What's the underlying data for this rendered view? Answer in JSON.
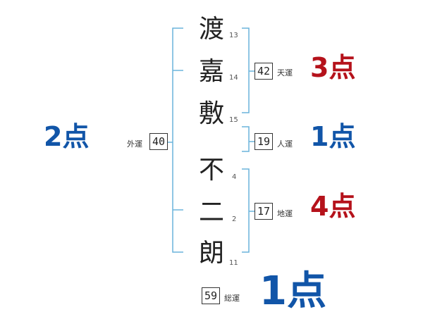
{
  "name_chars": [
    {
      "char": "渡",
      "strokes": "13"
    },
    {
      "char": "嘉",
      "strokes": "14"
    },
    {
      "char": "敷",
      "strokes": "15"
    },
    {
      "char": "不",
      "strokes": "4"
    },
    {
      "char": "二",
      "strokes": "2"
    },
    {
      "char": "朗",
      "strokes": "11"
    }
  ],
  "fortunes": {
    "tenkaku": {
      "value": "42",
      "label": "天運",
      "score": "3点",
      "color": "#b5121b"
    },
    "jinkaku": {
      "value": "19",
      "label": "人運",
      "score": "1点",
      "color": "#1155a8"
    },
    "chikaku": {
      "value": "17",
      "label": "地運",
      "score": "4点",
      "color": "#b5121b"
    },
    "gaikaku": {
      "value": "40",
      "label": "外運",
      "score": "2点",
      "color": "#1155a8"
    },
    "soukaku": {
      "value": "59",
      "label": "総運",
      "score": "1点",
      "color": "#1155a8"
    }
  },
  "colors": {
    "bracket": "#6ab4dc",
    "red": "#b5121b",
    "blue": "#1155a8"
  }
}
